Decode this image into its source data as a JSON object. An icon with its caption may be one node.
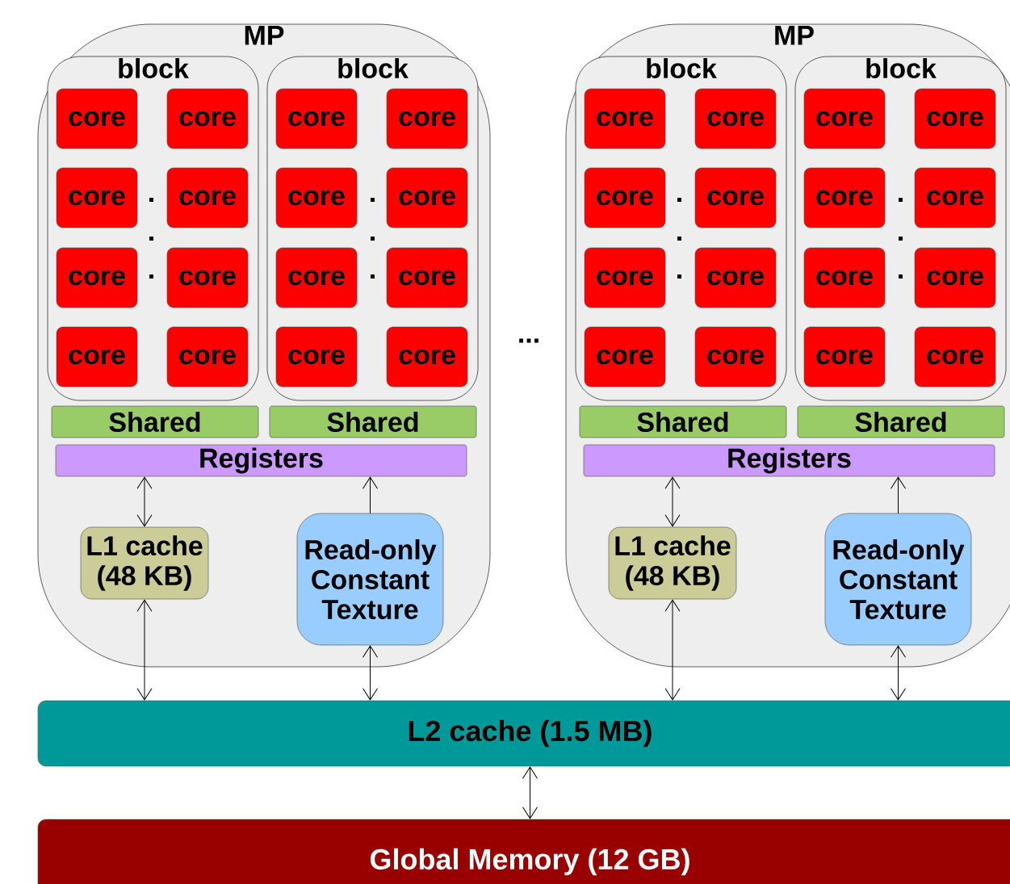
{
  "diagram": {
    "nodes": [
      {
        "text": [
          "MP"
        ]
      },
      {
        "text": [
          "block"
        ],
        "in": 0
      },
      {
        "text": [
          "core"
        ],
        "in": 1
      },
      {
        "text": [
          "core"
        ],
        "in": 1
      },
      {
        "text": [
          "core"
        ],
        "in": 1
      },
      {
        "text": [
          "core"
        ],
        "in": 1
      },
      {
        "text": [
          "core"
        ],
        "in": 1
      },
      {
        "text": [
          "core"
        ],
        "in": 1
      },
      {
        "text": [
          "core"
        ],
        "in": 1
      },
      {
        "text": [
          "core"
        ],
        "in": 1
      },
      {
        "text": [
          "block"
        ],
        "in": 0
      },
      {
        "text": [
          "core"
        ],
        "in": 10
      },
      {
        "text": [
          "core"
        ],
        "in": 10
      },
      {
        "text": [
          "core"
        ],
        "in": 10
      },
      {
        "text": [
          "core"
        ],
        "in": 10
      },
      {
        "text": [
          "core"
        ],
        "in": 10
      },
      {
        "text": [
          "core"
        ],
        "in": 10
      },
      {
        "text": [
          "core"
        ],
        "in": 10
      },
      {
        "text": [
          "core"
        ],
        "in": 10
      },
      {
        "text": [
          "Shared"
        ],
        "in": 0
      },
      {
        "text": [
          "Shared"
        ],
        "in": 0
      },
      {
        "text": [
          "Registers"
        ],
        "in": 0
      },
      {
        "text": [
          "L1 cache (48 KB)"
        ],
        "in": 0
      },
      {
        "text": [
          "Read-only Constant Texture"
        ],
        "in": 0
      },
      {
        "text": [
          "MP"
        ]
      },
      {
        "text": [
          "block"
        ],
        "in": 24
      },
      {
        "text": [
          "core"
        ],
        "in": 25
      },
      {
        "text": [
          "core"
        ],
        "in": 25
      },
      {
        "text": [
          "core"
        ],
        "in": 25
      },
      {
        "text": [
          "core"
        ],
        "in": 25
      },
      {
        "text": [
          "core"
        ],
        "in": 25
      },
      {
        "text": [
          "core"
        ],
        "in": 25
      },
      {
        "text": [
          "core"
        ],
        "in": 25
      },
      {
        "text": [
          "core"
        ],
        "in": 25
      },
      {
        "text": [
          "block"
        ],
        "in": 24
      },
      {
        "text": [
          "core"
        ],
        "in": 34
      },
      {
        "text": [
          "core"
        ],
        "in": 34
      },
      {
        "text": [
          "core"
        ],
        "in": 34
      },
      {
        "text": [
          "core"
        ],
        "in": 34
      },
      {
        "text": [
          "core"
        ],
        "in": 34
      },
      {
        "text": [
          "core"
        ],
        "in": 34
      },
      {
        "text": [
          "core"
        ],
        "in": 34
      },
      {
        "text": [
          "core"
        ],
        "in": 34
      },
      {
        "text": [
          "Shared"
        ],
        "in": 24
      },
      {
        "text": [
          "Shared"
        ],
        "in": 24
      },
      {
        "text": [
          "Registers"
        ],
        "in": 24
      },
      {
        "text": [
          "L1 cache (48 KB)"
        ],
        "in": 24
      },
      {
        "text": [
          "Read-only Constant Texture"
        ],
        "in": 24
      },
      {
        "text": [
          "L2 cache (1.5 MB)"
        ]
      },
      {
        "text": [
          "Global Memory (12 GB)"
        ]
      }
    ],
    "edges": [
      {
        "from": 22,
        "to": 21,
        "arrow": "both"
      },
      {
        "from": 23,
        "to": 21,
        "arrow": "to"
      },
      {
        "from": 22,
        "to": 48,
        "arrow": "both"
      },
      {
        "from": 23,
        "to": 48,
        "arrow": "both"
      },
      {
        "from": 46,
        "to": 45,
        "arrow": "both"
      },
      {
        "from": 47,
        "to": 45,
        "arrow": "to"
      },
      {
        "from": 46,
        "to": 48,
        "arrow": "both"
      },
      {
        "from": 47,
        "to": 48,
        "arrow": "both"
      },
      {
        "from": 48,
        "to": 49,
        "arrow": "both"
      }
    ],
    "labels": [
      "..."
    ]
  }
}
